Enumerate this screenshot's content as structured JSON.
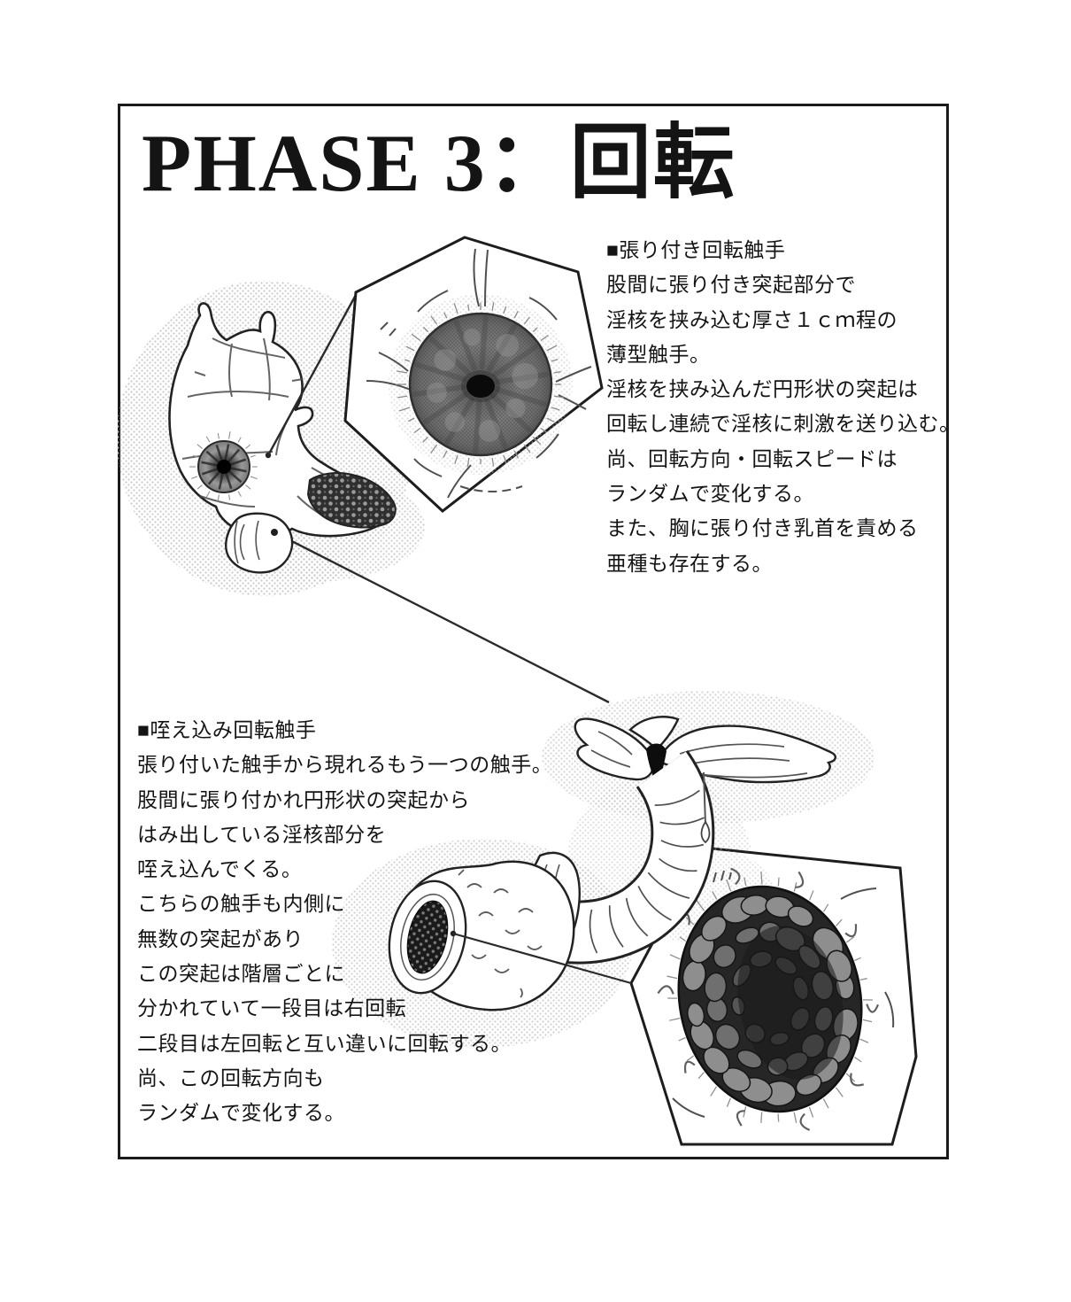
{
  "title": "PHASE 3：回転",
  "right_block": {
    "heading": "■張り付き回転触手",
    "lines": [
      "股間に張り付き突起部分で",
      "淫核を挟み込む厚さ１ｃｍ程の",
      "薄型触手。",
      "淫核を挟み込んだ円形状の突起は",
      "回転し連続で淫核に刺激を送り込む。",
      "尚、回転方向・回転スピードは",
      "ランダムで変化する。",
      "また、胸に張り付き乳首を責める",
      "亜種も存在する。"
    ]
  },
  "left_block": {
    "heading": "■咥え込み回転触手",
    "lines": [
      "張り付いた触手から現れるもう一つの触手。",
      "股間に張り付かれ円形状の突起から",
      "はみ出している淫核部分を",
      "咥え込んでくる。",
      "こちらの触手も内側に",
      "無数の突起があり",
      "この突起は階層ごとに",
      "分かれていて一段目は右回転",
      "二段目は左回転と互い違いに回転する。",
      "尚、この回転方向も",
      "ランダムで変化する。"
    ]
  },
  "colors": {
    "ink": "#1a1a1a",
    "paper": "#ffffff",
    "halftone": "#c0c0c0",
    "disc_gray": "#777777",
    "dark_orifice": "#1a1a1a"
  }
}
